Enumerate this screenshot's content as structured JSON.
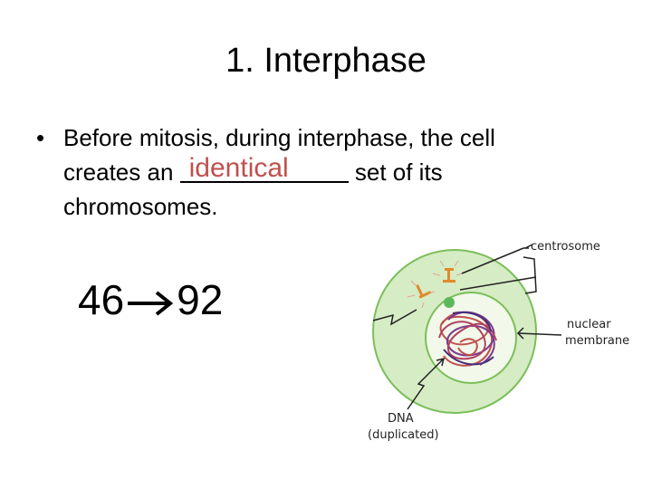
{
  "slide": {
    "title": "1. Interphase",
    "bullet": {
      "symbol": "•",
      "line1": "Before mitosis, during interphase, the cell",
      "line2_before": "creates an ",
      "answer": "identical",
      "line2_after": " set of its",
      "line3": "chromosomes."
    },
    "count_from": "46",
    "count_to": "92",
    "colors": {
      "answer": "#c0504d",
      "cell_fill": "#d6ecc4",
      "cell_border": "#7bbf5a"
    }
  },
  "diagram": {
    "labels": {
      "centrosome": "centrosome",
      "nuclear_membrane_1": "nuclear",
      "nuclear_membrane_2": "membrane",
      "dna_1": "DNA",
      "dna_2": "(duplicated)"
    }
  }
}
